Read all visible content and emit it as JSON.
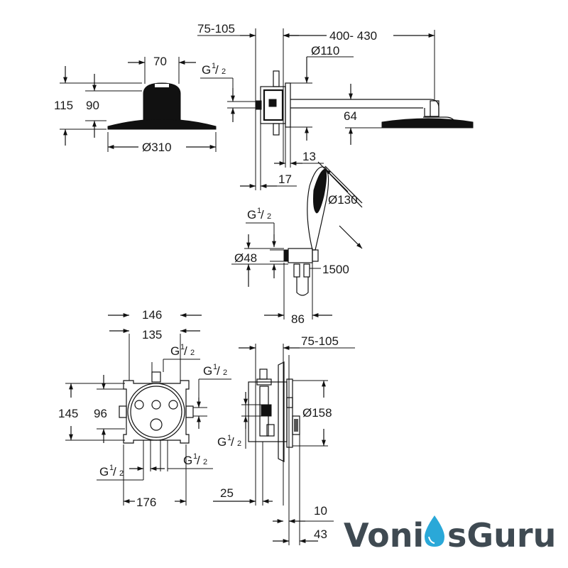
{
  "diagram": {
    "overhead_shower": {
      "width_top": "70",
      "height_outer": "115",
      "height_inner": "90",
      "diameter": "Ø310",
      "thread": "G",
      "thread_num": "1",
      "thread_den": "2"
    },
    "wall_mount": {
      "depth_range": "75-105",
      "arm_length": "400- 430",
      "flange_diameter": "Ø110",
      "drop": "64",
      "offset_13": "13",
      "offset_17": "17",
      "thread": "G",
      "thread_num": "1",
      "thread_den": "2"
    },
    "hand_shower": {
      "head_diameter": "Ø130",
      "outlet_diameter": "Ø48",
      "hose_length": "1500",
      "projection": "86",
      "thread": "G",
      "thread_num": "1",
      "thread_den": "2"
    },
    "thermostat_front": {
      "width_outer": "146",
      "width_inner": "135",
      "height_outer": "145",
      "height_inner": "96",
      "box_width": "176",
      "threads": [
        {
          "g": "G",
          "num": "1",
          "den": "2"
        },
        {
          "g": "G",
          "num": "1",
          "den": "2"
        },
        {
          "g": "G",
          "num": "1",
          "den": "2"
        },
        {
          "g": "G",
          "num": "1",
          "den": "2"
        }
      ]
    },
    "thermostat_side": {
      "depth_range": "75-105",
      "rosette_diameter": "Ø158",
      "wall_25": "25",
      "proj_10": "10",
      "proj_43": "43",
      "thread": "G",
      "thread_num": "1",
      "thread_den": "2"
    }
  },
  "watermark": {
    "part1": "Voni",
    "part2": "sGuru",
    "drop_color": "#2aa8d8",
    "text_color": "#3f4a52"
  }
}
